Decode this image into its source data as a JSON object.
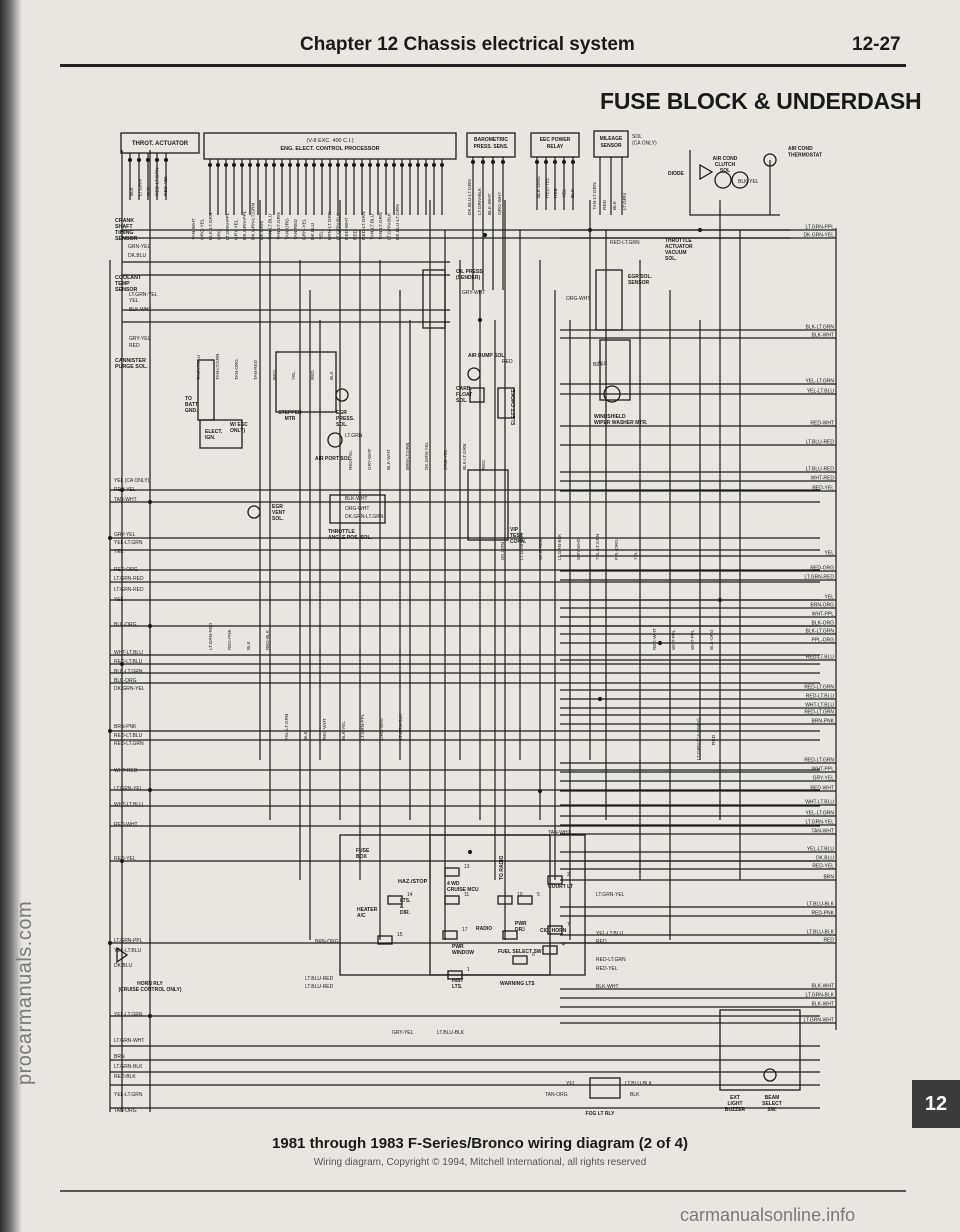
{
  "header": {
    "chapter_title": "Chapter 12  Chassis electrical system",
    "page_number": "12-27"
  },
  "section_title": "FUSE BLOCK & UNDERDASH",
  "caption": {
    "title": "1981 through 1983 F-Series/Bronco wiring diagram (2 of 4)",
    "subtitle": "Wiring diagram, Copyright © 1994, Mitchell International, all rights reserved"
  },
  "side_tab": "12",
  "watermarks": {
    "left": "procarmanuals.com",
    "bottom": "carmanualsonline.info"
  },
  "components": {
    "throt_actuator": "THROT. ACTUATOR",
    "ecp_line1": "(V-8 EXC. 400 C.I.)",
    "ecp_line2": "ENG. ELECT. CONTROL PROCESSOR",
    "barometric": [
      "BAROMETRIC",
      "PRESS. SENS."
    ],
    "eec_power": [
      "EEC POWER",
      "RELAY"
    ],
    "mileage_sensor": [
      "MILEAGE",
      "SENSOR"
    ],
    "sol_ca": [
      "SOL",
      "(CA ONLY)"
    ],
    "air_cond_thermostat": [
      "AIR COND",
      "THERMOSTAT"
    ],
    "air_cond_clutch": [
      "AIR COND",
      "CLUTCH",
      "SOL"
    ],
    "diode": "DIODE",
    "crank_sensor": [
      "CRANK",
      "SHAFT",
      "TIMING",
      "SENSOR"
    ],
    "coolant_sensor": [
      "COOLANT",
      "TEMP",
      "SENSOR"
    ],
    "cannister": [
      "CANNISTER",
      "PURGE SOL."
    ],
    "throttle_vacuum": [
      "THROTTLE",
      "ACTUATOR",
      "VACUUM",
      "SOL."
    ],
    "oil_press": [
      "OIL PRESS",
      "(SENDER)"
    ],
    "egr_sol_sensor": [
      "EGR SOL.",
      "SENSOR"
    ],
    "air_dump": "AIR DUMP SOL.",
    "carb_float": [
      "CARB.",
      "FLOAT",
      "SOL."
    ],
    "elect_choke": "ELECT CHOKE",
    "windshield": [
      "WINDSHIELD",
      "WIPER WASHER MTR."
    ],
    "to_batt": [
      "TO",
      "BATT.",
      "GND."
    ],
    "w_eec": [
      "W/ EEC",
      "ONLY)"
    ],
    "elect_ign": [
      "ELECT.",
      "IGN."
    ],
    "stepper": [
      "STEPPER",
      "MTR"
    ],
    "egr_press": [
      "EGR",
      "PRESS.",
      "SOL."
    ],
    "air_port": "AIR PORT SOL.",
    "egr_vent": [
      "EGR",
      "VENT",
      "SOL."
    ],
    "throttle_angle": [
      "THROTTLE",
      "ANGLE POS. SOL."
    ],
    "vip": [
      "VIP",
      "TEST",
      "CONN."
    ],
    "fuse_box": [
      "FUSE",
      "BOX"
    ],
    "haz_stop": "HAZ./STOP",
    "heater": [
      "HEATER",
      "A/C"
    ],
    "lts_dir": [
      "LTS.",
      "&",
      "DIR."
    ],
    "four_wd": [
      "4 WD",
      "CRUISE MCU"
    ],
    "radio": "RADIO",
    "to_radio": "TO RADIO",
    "pwr_window": [
      "PWR",
      "WINDOW"
    ],
    "pwr_dr": [
      "PWR",
      "DR."
    ],
    "cig_horn": "CIG. HORN",
    "court_lt": "COURT LT",
    "fuel_select": "FUEL SELECT SW",
    "inst_lts": [
      "INST",
      "LTS."
    ],
    "warning_lts": "WARNING LTS",
    "horn_rly": [
      "HORN RLY",
      "(CRUISE CONTROL ONLY)"
    ],
    "fog_lt": "FOG LT RLY",
    "ext_light": [
      "EXT",
      "LIGHT",
      "BUZZER"
    ],
    "beam_select": [
      "BEAM",
      "SELECT",
      "SW."
    ]
  },
  "fuse_numbers": [
    "13",
    "11",
    "14",
    "15",
    "10",
    "17",
    "5",
    "2",
    "1",
    "3",
    "7",
    "4",
    "6"
  ],
  "wire_labels_left": [
    "YEL (CA ONLY)",
    "RED-YEL",
    "TAN-WHT",
    "GRY-YEL",
    "YEL-LT.GRN",
    "YEL",
    "RED-ORG",
    "LT.GRN-RED",
    "LT.GRN-RED",
    "YEL",
    "BLK-ORG",
    "WHT-LT.BLU",
    "RED-LT.BLU",
    "BLK-LT.GRN",
    "BLK-ORG",
    "DK.GRN-YEL",
    "BRN-PNK",
    "RED-LT.BLU",
    "RED-LT.GRN",
    "WHT-RED",
    "LT.GRN-YEL",
    "WHT-LT.BLU",
    "RED-WHT",
    "RED-YEL",
    "LT.GRN-PPL",
    "YEL-LT.BLU",
    "DK.BLU",
    "YEL-LT.GRN",
    "LT.GRN-WHT",
    "BRN",
    "LT.GRN-BLK",
    "RED-BLK",
    "YEL-LT.GRN",
    "TAN-ORG",
    "BLK-WHT"
  ],
  "wire_labels_right": [
    "LT.GRN-PPL",
    "DK.GRN-YEL",
    "BLK-LT.GRN",
    "BLK-WHT",
    "YEL-LT.GRN",
    "YEL-LT.BLU",
    "RED-WHT",
    "LT.BLU-RED",
    "LT.BLU-RED",
    "WHT-RED",
    "RED-YEL",
    "YEL",
    "RED-ORG",
    "LT.GRN-RED",
    "YEL",
    "BRN-ORG",
    "WHT-PPL",
    "BLK-ORG",
    "BLK-LT.GRN",
    "PPL-ORG",
    "RED-LT.BLU",
    "RED-LT.GRN",
    "RED-LT.BLU",
    "WHT-LT.BLU",
    "RED-LT.GRN",
    "BRN-PNK",
    "RED-LT.GRN",
    "WHT-PPL",
    "GRY-YEL",
    "RED-WHT",
    "WHT-LT.BLU",
    "YEL-LT.GRN",
    "LT.GRN-YEL",
    "TAN-WHT",
    "YEL-LT.BLU",
    "DK.BLU",
    "RED-YEL",
    "BRN",
    "LT.BLU-BLK",
    "RED-PNK",
    "LT.BLU-BLK",
    "RED",
    "BLK-WHT",
    "LT.GRN-BLK",
    "BLK-WHT",
    "LT.GRN-WHT"
  ],
  "wire_labels_inline": {
    "grn_yel": "GRN-YEL",
    "dk_blu": "DK.BLU",
    "lt_grn_yel": "LT.GRN-YEL",
    "yel2": "YEL",
    "blk_wht": "BLK-WHT",
    "gry_yel": "GRY-YEL",
    "red": "RED",
    "red_lt_grn": "RED-LT.GRN",
    "gry_wht": "GRY-WHT",
    "org_wht": "ORG-WHT",
    "blk": "BLK",
    "blk_yel": "BLK-YEL",
    "lt_grn": "LT.GRN",
    "blk_wht2": "BLK-WHT",
    "org_wht2": "ORG-WHT",
    "dk_grn_lt_grn": "DK.GRN-LT.GRN",
    "brn_org": "BRN-ORG",
    "lt_blu_red": "LT.BLU-RED",
    "lt_blu_red2": "LT.BLU-RED",
    "gry_yel2": "GRY-YEL",
    "lt_blu_blk": "LT.BLU-BLK",
    "tan_wht": "TAN-WHT",
    "yel_lt_blu": "YEL-LT.BLU",
    "red2": "RED",
    "red_lt_grn2": "RED-LT.GRN",
    "red_yel": "RED-YEL",
    "blk_wht3": "BLK-WHT",
    "yel3": "YEL",
    "tan_org": "TAN-ORG",
    "lt_blu_blk2": "LT.BLU-BLK",
    "blk2": "BLK",
    "red3": "RED",
    "blk3": "BLK"
  },
  "wire_labels_vertical": {
    "throt": [
      "BLK",
      "LT.GRN",
      "BLK",
      "RED-LT.GRN",
      "RED-YEL"
    ],
    "ecp": [
      "TAN-WHT",
      "ORG-YEL",
      "BLK-LT.GRN",
      "ORG",
      "LT.GRN-PPL",
      "GRY-YEL",
      "DK.GRN-PPL",
      "DK.GRN-LT.GRN",
      "DK.GRN",
      "TAN-LT.BLU",
      "TAN-LT.GRN",
      "TAN-ORG",
      "TAN-RED",
      "GRN-YEL",
      "DK.BLU",
      "YEL",
      "BRN-LT.GRN",
      "LT.GRN-BLK",
      "RED-WHT",
      "RED",
      "RED-LT.GRN",
      "TAN-LT.BLU",
      "TAN-LT.GRN",
      "LT.GRN-BLK",
      "DK.BLU-LT.GRN"
    ],
    "baro": [
      "DK.BLU-LT.GRN",
      "LT.GRN-BLK",
      "BLK-WHT",
      "ORG-WHT"
    ],
    "eec": [
      "BLK-ORG",
      "RED-YEL",
      "RED",
      "YEL",
      "BLK"
    ],
    "mileage": [
      "TAN-LT.GRN",
      "RED",
      "BLK",
      "LT.GRN"
    ],
    "mid": [
      "TAN-LT.BLU",
      "TAN-LT.GRN",
      "TAN-ORG",
      "TAN-RED",
      "RED",
      "YEL",
      "RED",
      "BLK",
      "RED-YEL",
      "GRY-WHT",
      "BLK-WHT",
      "BRN-LT.GRN",
      "DK.GRN-YEL",
      "ORG-YEL",
      "BLK-LT.GRN",
      "RED",
      "DK.GRN",
      "LT.GRN-BLK",
      "WHT-RED",
      "LT.GRN-BLK",
      "GRY-WHT",
      "YEL-LT.GRN",
      "PPL-ORG",
      "YEL",
      "RED-WHT",
      "WHT-PPL",
      "WHT-PPL",
      "BLK-ORG",
      "LT.GRN-RED",
      "RED-PNK",
      "BLK",
      "RED-BLK",
      "YEL-LT.GRN",
      "BLK",
      "RED-WHT",
      "BLK-YEL",
      "LT.GRN-PPL",
      "ORG-WHT",
      "LT.GRN-BLK"
    ]
  },
  "wire_labels_misc": [
    "LT.GRN (CA ONLY)",
    "RED"
  ]
}
